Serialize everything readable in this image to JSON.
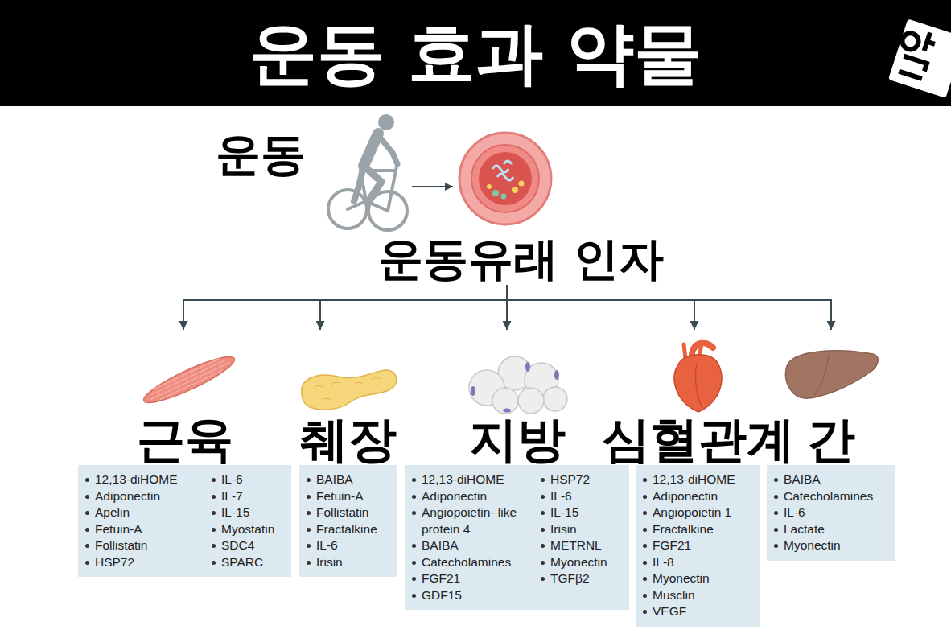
{
  "diagram": {
    "title": "운동 효과 약물",
    "nodes": [
      {
        "text": [
          "운동유래 인자"
        ]
      },
      {
        "text": [
          "근육",
          "12,13-diHOME",
          "Adiponectin",
          "Apelin",
          "Fetuin-A",
          "Follistatin",
          "HSP72",
          "IL-6",
          "IL-7",
          "IL-15",
          "Myostatin",
          "SDC4",
          "SPARC"
        ]
      },
      {
        "text": [
          "췌장",
          "BAIBA",
          "Fetuin-A",
          "Follistatin",
          "Fractalkine",
          "IL-6",
          "Irisin"
        ]
      },
      {
        "text": [
          "지방",
          "12,13-diHOME",
          "Adiponectin",
          "Angiopoietin- like protein 4",
          "BAIBA",
          "Catecholamines",
          "FGF21",
          "GDF15",
          "HSP72",
          "IL-6",
          "IL-15",
          "Irisin",
          "METRNL",
          "Myonectin",
          "TGFβ2"
        ]
      },
      {
        "text": [
          "심혈관계",
          "12,13-diHOME",
          "Adiponectin",
          "Angiopoietin 1",
          "Fractalkine",
          "FGF21",
          "IL-8",
          "Myonectin",
          "Musclin",
          "VEGF"
        ]
      },
      {
        "text": [
          "간",
          "BAIBA",
          "Catecholamines",
          "IL-6",
          "Lactate",
          "Myonectin"
        ]
      }
    ],
    "edges": [
      {
        "from": 0,
        "to": 1,
        "arrow": "to"
      },
      {
        "from": 0,
        "to": 2,
        "arrow": "to"
      },
      {
        "from": 0,
        "to": 3,
        "arrow": "to"
      },
      {
        "from": 0,
        "to": 4,
        "arrow": "to"
      },
      {
        "from": 0,
        "to": 5,
        "arrow": "to"
      }
    ],
    "labels": [
      "운동"
    ]
  }
}
